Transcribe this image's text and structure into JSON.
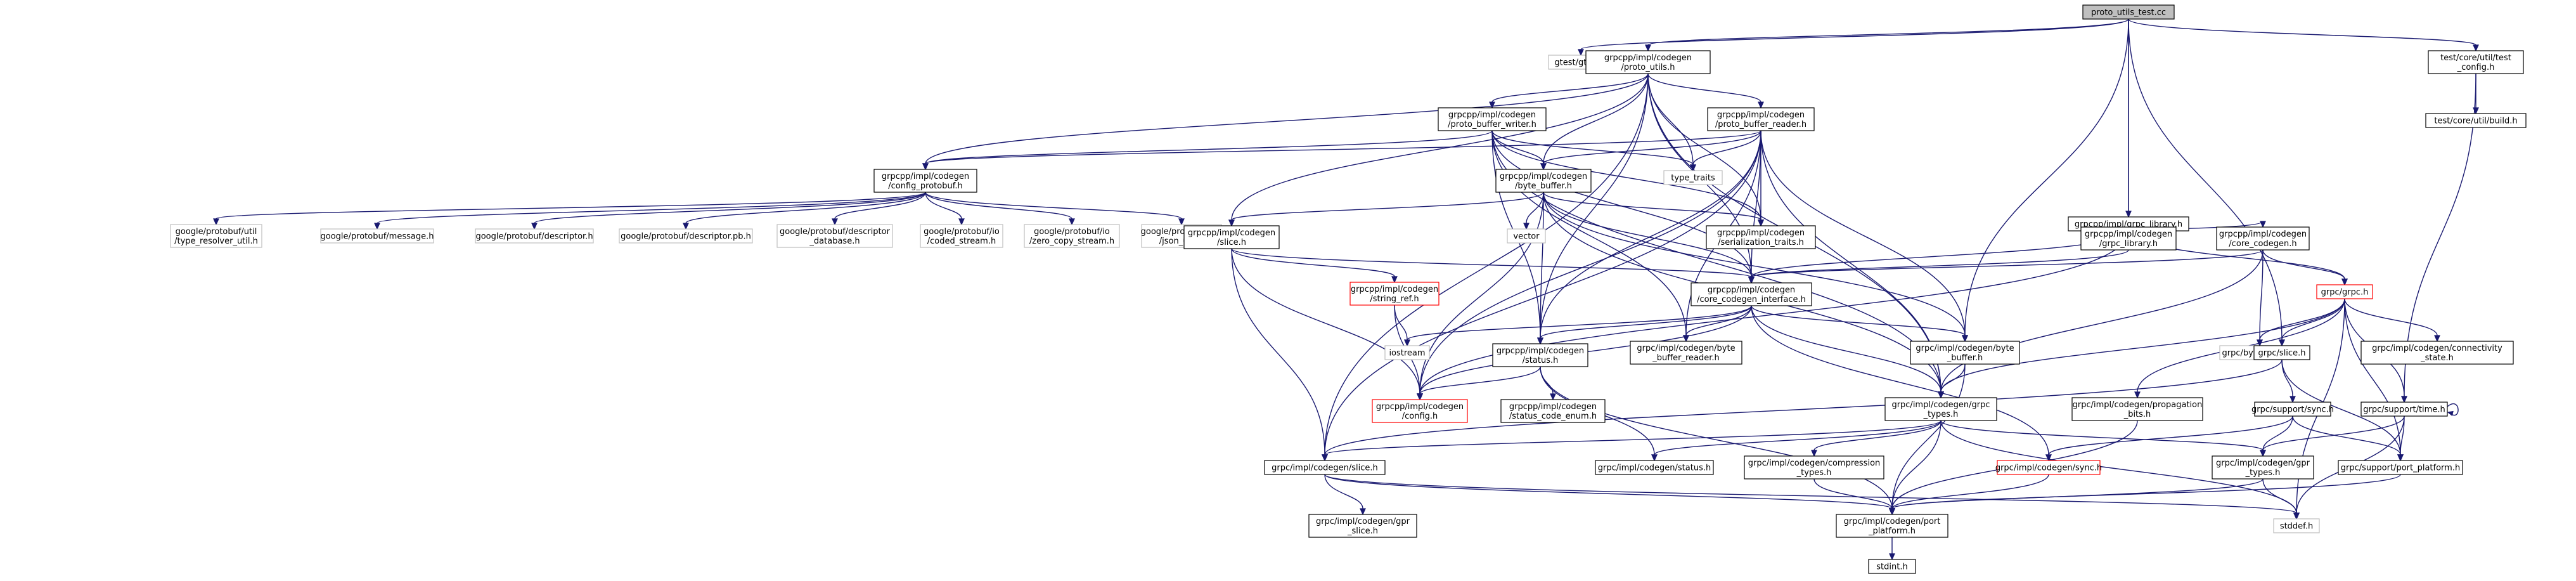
{
  "colors": {
    "root_fill": "#bfbfbf",
    "node_fill": "#ffffff",
    "node_border": "#000000",
    "external_border": "#bfbfbf",
    "incomplete_border": "#ff0000",
    "edge_color": "#191970",
    "external_text": "#000000"
  },
  "nodes": [
    {
      "id": "root",
      "lines": [
        "proto_utils_test.cc"
      ],
      "style": "root"
    },
    {
      "id": "gtest",
      "lines": [
        "gtest/gtest.h"
      ],
      "style": "external"
    },
    {
      "id": "proto_utils",
      "lines": [
        "grpcpp/impl/codegen",
        "/proto_utils.h"
      ],
      "style": "normal"
    },
    {
      "id": "grpc_library",
      "lines": [
        "grpcpp/impl/grpc_library.h"
      ],
      "style": "normal"
    },
    {
      "id": "test_config",
      "lines": [
        "test/core/util/test",
        "_config.h"
      ],
      "style": "normal"
    },
    {
      "id": "build",
      "lines": [
        "test/core/util/build.h"
      ],
      "style": "normal"
    },
    {
      "id": "pb_writer",
      "lines": [
        "grpcpp/impl/codegen",
        "/proto_buffer_writer.h"
      ],
      "style": "normal"
    },
    {
      "id": "pb_reader",
      "lines": [
        "grpcpp/impl/codegen",
        "/proto_buffer_reader.h"
      ],
      "style": "normal"
    },
    {
      "id": "type_traits",
      "lines": [
        "type_traits"
      ],
      "style": "external"
    },
    {
      "id": "config_protobuf",
      "lines": [
        "grpcpp/impl/codegen",
        "/config_protobuf.h"
      ],
      "style": "normal"
    },
    {
      "id": "byte_buffer",
      "lines": [
        "grpcpp/impl/codegen",
        "/byte_buffer.h"
      ],
      "style": "normal"
    },
    {
      "id": "serialization_traits",
      "lines": [
        "grpcpp/impl/codegen",
        "/serialization_traits.h"
      ],
      "style": "normal"
    },
    {
      "id": "type_resolver",
      "lines": [
        "google/protobuf/util",
        "/type_resolver_util.h"
      ],
      "style": "external"
    },
    {
      "id": "pb_message",
      "lines": [
        "google/protobuf/message.h"
      ],
      "style": "external"
    },
    {
      "id": "pb_descriptor",
      "lines": [
        "google/protobuf/descriptor.h"
      ],
      "style": "external"
    },
    {
      "id": "pb_descriptor_pb",
      "lines": [
        "google/protobuf/descriptor.pb.h"
      ],
      "style": "external"
    },
    {
      "id": "pb_descriptor_db",
      "lines": [
        "google/protobuf/descriptor",
        "_database.h"
      ],
      "style": "external"
    },
    {
      "id": "pb_coded",
      "lines": [
        "google/protobuf/io",
        "/coded_stream.h"
      ],
      "style": "external"
    },
    {
      "id": "pb_zero_copy",
      "lines": [
        "google/protobuf/io",
        "/zero_copy_stream.h"
      ],
      "style": "external"
    },
    {
      "id": "pb_json",
      "lines": [
        "google/protobuf/util",
        "/json_util.h"
      ],
      "style": "external"
    },
    {
      "id": "vector",
      "lines": [
        "vector"
      ],
      "style": "external"
    },
    {
      "id": "codegen_slice",
      "lines": [
        "grpcpp/impl/codegen",
        "/slice.h"
      ],
      "style": "normal"
    },
    {
      "id": "grpc_library_h",
      "lines": [
        "grpcpp/impl/codegen",
        "/grpc_library.h"
      ],
      "style": "normal"
    },
    {
      "id": "core_codegen",
      "lines": [
        "grpcpp/impl/codegen",
        "/core_codegen.h"
      ],
      "style": "normal"
    },
    {
      "id": "string_ref",
      "lines": [
        "grpcpp/impl/codegen",
        "/string_ref.h"
      ],
      "style": "incomplete"
    },
    {
      "id": "core_codegen_iface",
      "lines": [
        "grpcpp/impl/codegen",
        "/core_codegen_interface.h"
      ],
      "style": "normal"
    },
    {
      "id": "grpc_h",
      "lines": [
        "grpc/grpc.h"
      ],
      "style": "incomplete"
    },
    {
      "id": "iostream",
      "lines": [
        "iostream"
      ],
      "style": "external"
    },
    {
      "id": "status",
      "lines": [
        "grpcpp/impl/codegen",
        "/status.h"
      ],
      "style": "normal"
    },
    {
      "id": "byte_buffer_reader",
      "lines": [
        "grpc/impl/codegen/byte",
        "_buffer_reader.h"
      ],
      "style": "normal"
    },
    {
      "id": "grpc_byte_buffer",
      "lines": [
        "grpc/impl/codegen/byte",
        "_buffer.h"
      ],
      "style": "normal"
    },
    {
      "id": "grpc_byte_buffer_h",
      "lines": [
        "grpc/byte_buffer.h"
      ],
      "style": "external"
    },
    {
      "id": "grpc_slice",
      "lines": [
        "grpc/slice.h"
      ],
      "style": "normal"
    },
    {
      "id": "connectivity_state",
      "lines": [
        "grpc/impl/codegen/connectivity",
        "_state.h"
      ],
      "style": "normal"
    },
    {
      "id": "config_h",
      "lines": [
        "grpcpp/impl/codegen",
        "/config.h"
      ],
      "style": "incomplete"
    },
    {
      "id": "status_code_enum",
      "lines": [
        "grpcpp/impl/codegen",
        "/status_code_enum.h"
      ],
      "style": "normal"
    },
    {
      "id": "grpc_types",
      "lines": [
        "grpc/impl/codegen/grpc",
        "_types.h"
      ],
      "style": "normal"
    },
    {
      "id": "propagation_bits",
      "lines": [
        "grpc/impl/codegen/propagation",
        "_bits.h"
      ],
      "style": "normal"
    },
    {
      "id": "support_sync",
      "lines": [
        "grpc/support/sync.h"
      ],
      "style": "normal"
    },
    {
      "id": "support_time",
      "lines": [
        "grpc/support/time.h"
      ],
      "style": "normal"
    },
    {
      "id": "impl_slice",
      "lines": [
        "grpc/impl/codegen/slice.h"
      ],
      "style": "normal"
    },
    {
      "id": "impl_status",
      "lines": [
        "grpc/impl/codegen/status.h"
      ],
      "style": "normal"
    },
    {
      "id": "compression_types",
      "lines": [
        "grpc/impl/codegen/compression",
        "_types.h"
      ],
      "style": "normal"
    },
    {
      "id": "impl_sync",
      "lines": [
        "grpc/impl/codegen/sync.h"
      ],
      "style": "incomplete"
    },
    {
      "id": "gpr_types",
      "lines": [
        "grpc/impl/codegen/gpr",
        "_types.h"
      ],
      "style": "normal"
    },
    {
      "id": "port_platform",
      "lines": [
        "grpc/support/port_platform.h"
      ],
      "style": "normal"
    },
    {
      "id": "gpr_slice",
      "lines": [
        "grpc/impl/codegen/gpr",
        "_slice.h"
      ],
      "style": "normal"
    },
    {
      "id": "impl_port_platform",
      "lines": [
        "grpc/impl/codegen/port",
        "_platform.h"
      ],
      "style": "normal"
    },
    {
      "id": "stddef",
      "lines": [
        "stddef.h"
      ],
      "style": "external"
    },
    {
      "id": "stdint",
      "lines": [
        "stdint.h"
      ],
      "style": "normal"
    }
  ],
  "edges": [
    [
      "root",
      "gtest"
    ],
    [
      "root",
      "proto_utils"
    ],
    [
      "root",
      "grpc_library"
    ],
    [
      "root",
      "test_config"
    ],
    [
      "root",
      "grpc_byte_buffer"
    ],
    [
      "root",
      "grpc_slice"
    ],
    [
      "root",
      "grpc_library_h"
    ],
    [
      "test_config",
      "build"
    ],
    [
      "test_config",
      "support_time"
    ],
    [
      "proto_utils",
      "pb_writer"
    ],
    [
      "proto_utils",
      "pb_reader"
    ],
    [
      "proto_utils",
      "type_traits"
    ],
    [
      "proto_utils",
      "config_protobuf"
    ],
    [
      "proto_utils",
      "byte_buffer"
    ],
    [
      "proto_utils",
      "serialization_traits"
    ],
    [
      "proto_utils",
      "codegen_slice"
    ],
    [
      "proto_utils",
      "core_codegen_iface"
    ],
    [
      "proto_utils",
      "status"
    ],
    [
      "proto_utils",
      "grpc_types"
    ],
    [
      "proto_utils",
      "impl_slice"
    ],
    [
      "pb_writer",
      "type_traits"
    ],
    [
      "pb_writer",
      "config_protobuf"
    ],
    [
      "pb_writer",
      "byte_buffer"
    ],
    [
      "pb_writer",
      "serialization_traits"
    ],
    [
      "pb_writer",
      "core_codegen_iface"
    ],
    [
      "pb_writer",
      "status"
    ],
    [
      "pb_writer",
      "grpc_types"
    ],
    [
      "pb_writer",
      "byte_buffer_reader"
    ],
    [
      "pb_reader",
      "type_traits"
    ],
    [
      "pb_reader",
      "config_protobuf"
    ],
    [
      "pb_reader",
      "byte_buffer"
    ],
    [
      "pb_reader",
      "serialization_traits"
    ],
    [
      "pb_reader",
      "core_codegen_iface"
    ],
    [
      "pb_reader",
      "status"
    ],
    [
      "pb_reader",
      "grpc_types"
    ],
    [
      "pb_reader",
      "byte_buffer_reader"
    ],
    [
      "pb_reader",
      "grpc_byte_buffer"
    ],
    [
      "pb_reader",
      "config_h"
    ],
    [
      "pb_reader",
      "impl_slice"
    ],
    [
      "config_protobuf",
      "type_resolver"
    ],
    [
      "config_protobuf",
      "pb_message"
    ],
    [
      "config_protobuf",
      "pb_descriptor"
    ],
    [
      "config_protobuf",
      "pb_descriptor_pb"
    ],
    [
      "config_protobuf",
      "pb_descriptor_db"
    ],
    [
      "config_protobuf",
      "pb_coded"
    ],
    [
      "config_protobuf",
      "pb_zero_copy"
    ],
    [
      "config_protobuf",
      "pb_json"
    ],
    [
      "byte_buffer",
      "vector"
    ],
    [
      "byte_buffer",
      "serialization_traits"
    ],
    [
      "byte_buffer",
      "codegen_slice"
    ],
    [
      "byte_buffer",
      "core_codegen_iface"
    ],
    [
      "byte_buffer",
      "status"
    ],
    [
      "byte_buffer",
      "grpc_types"
    ],
    [
      "byte_buffer",
      "config_h"
    ],
    [
      "byte_buffer",
      "grpc_byte_buffer"
    ],
    [
      "codegen_slice",
      "string_ref"
    ],
    [
      "codegen_slice",
      "core_codegen_iface"
    ],
    [
      "codegen_slice",
      "config_h"
    ],
    [
      "codegen_slice",
      "impl_slice"
    ],
    [
      "string_ref",
      "iostream"
    ],
    [
      "string_ref",
      "config_h"
    ],
    [
      "grpc_library",
      "grpc_library_h"
    ],
    [
      "grpc_library",
      "core_codegen"
    ],
    [
      "grpc_library",
      "grpc_h"
    ],
    [
      "grpc_library",
      "config_h"
    ],
    [
      "grpc_library",
      "core_codegen_iface"
    ],
    [
      "grpc_library_h",
      "core_codegen_iface"
    ],
    [
      "core_codegen",
      "core_codegen_iface"
    ],
    [
      "core_codegen",
      "grpc_h"
    ],
    [
      "core_codegen",
      "grpc_byte_buffer_h"
    ],
    [
      "core_codegen",
      "grpc_types"
    ],
    [
      "core_codegen_iface",
      "iostream"
    ],
    [
      "core_codegen_iface",
      "status"
    ],
    [
      "core_codegen_iface",
      "byte_buffer_reader"
    ],
    [
      "core_codegen_iface",
      "grpc_byte_buffer"
    ],
    [
      "core_codegen_iface",
      "grpc_types"
    ],
    [
      "core_codegen_iface",
      "impl_sync"
    ],
    [
      "core_codegen_iface",
      "config_h"
    ],
    [
      "grpc_h",
      "grpc_byte_buffer_h"
    ],
    [
      "grpc_h",
      "grpc_slice"
    ],
    [
      "grpc_h",
      "connectivity_state"
    ],
    [
      "grpc_h",
      "grpc_types"
    ],
    [
      "grpc_h",
      "propagation_bits"
    ],
    [
      "grpc_h",
      "support_time"
    ],
    [
      "grpc_h",
      "port_platform"
    ],
    [
      "grpc_h",
      "stddef"
    ],
    [
      "status",
      "config_h"
    ],
    [
      "status",
      "status_code_enum"
    ],
    [
      "status",
      "impl_status"
    ],
    [
      "status",
      "impl_port_platform"
    ],
    [
      "grpc_byte_buffer",
      "grpc_types"
    ],
    [
      "grpc_byte_buffer",
      "impl_port_platform"
    ],
    [
      "grpc_slice",
      "support_sync"
    ],
    [
      "grpc_slice",
      "port_platform"
    ],
    [
      "grpc_slice",
      "impl_slice"
    ],
    [
      "grpc_types",
      "impl_slice"
    ],
    [
      "grpc_types",
      "impl_status"
    ],
    [
      "grpc_types",
      "compression_types"
    ],
    [
      "grpc_types",
      "gpr_types"
    ],
    [
      "grpc_types",
      "impl_port_platform"
    ],
    [
      "grpc_types",
      "stddef"
    ],
    [
      "propagation_bits",
      "impl_port_platform"
    ],
    [
      "support_sync",
      "impl_sync"
    ],
    [
      "support_sync",
      "gpr_types"
    ],
    [
      "support_sync",
      "port_platform"
    ],
    [
      "support_time",
      "support_time"
    ],
    [
      "support_time",
      "gpr_types"
    ],
    [
      "support_time",
      "port_platform"
    ],
    [
      "support_time",
      "stddef"
    ],
    [
      "impl_slice",
      "gpr_slice"
    ],
    [
      "impl_slice",
      "impl_port_platform"
    ],
    [
      "impl_slice",
      "stddef"
    ],
    [
      "compression_types",
      "impl_port_platform"
    ],
    [
      "impl_sync",
      "impl_port_platform"
    ],
    [
      "gpr_types",
      "impl_port_platform"
    ],
    [
      "gpr_types",
      "stddef"
    ],
    [
      "port_platform",
      "impl_port_platform"
    ],
    [
      "impl_port_platform",
      "stdint"
    ]
  ]
}
